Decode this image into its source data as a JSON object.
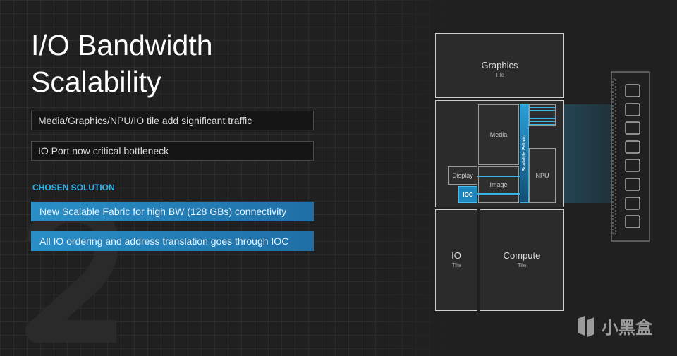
{
  "title": {
    "line1": "I/O Bandwidth",
    "line2": "Scalability"
  },
  "problems": [
    "Media/Graphics/NPU/IO tile add significant traffic",
    "IO Port now critical bottleneck"
  ],
  "solution_heading": "CHOSEN SOLUTION",
  "solutions": [
    "New Scalable Fabric for high BW (128 GBs) connectivity",
    "All IO ordering and address translation goes through IOC"
  ],
  "background_number": "2",
  "diagram": {
    "graphics": {
      "name": "Graphics",
      "sub": "Tile"
    },
    "io": {
      "name": "IO",
      "sub": "Tile"
    },
    "compute": {
      "name": "Compute",
      "sub": "Tile"
    },
    "media": "Media",
    "display": "Display",
    "image": "Image",
    "npu": "NPU",
    "ioc": "IOC",
    "fabric": "Scalable Fabric"
  },
  "watermark": "小黑盒",
  "colors": {
    "accent": "#2db4e8",
    "solution_bg": "#2a8fc7"
  }
}
